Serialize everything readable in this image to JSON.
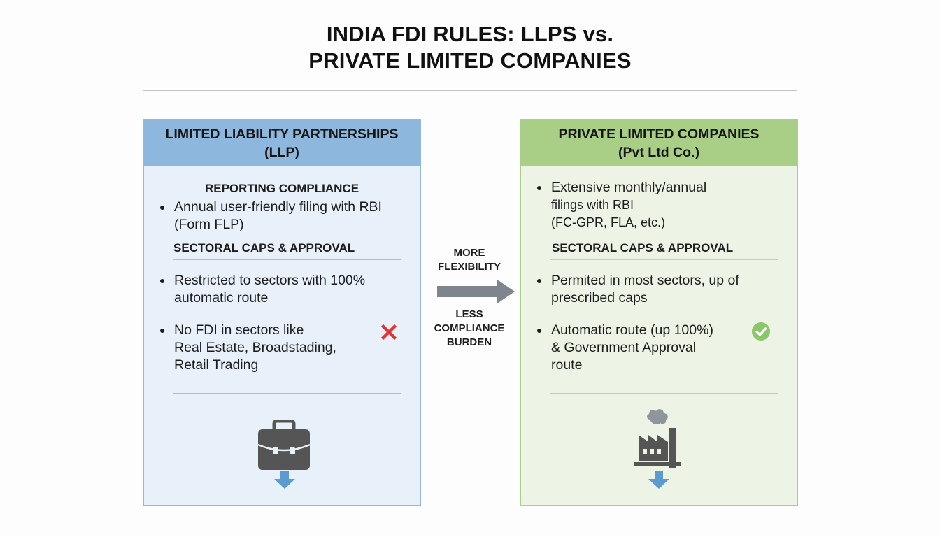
{
  "title": {
    "line1": "INDIA FDI RULES: LLPS vs.",
    "line2": "PRIVATE LIMITED COMPANIES"
  },
  "colors": {
    "llp_header": "#8eb7dd",
    "llp_body": "#e8f0f9",
    "pvt_header": "#a9cf86",
    "pvt_body": "#eef4e5",
    "arrow": "#7f858c",
    "cross": "#e03434",
    "check": "#8cc66a",
    "icon_dark": "#555555",
    "down_arrow": "#5b9bd1"
  },
  "llp": {
    "header_line1": "LIMITED LIABILITY PARTNERSHIPS",
    "header_line2": "(LLP)",
    "reporting_heading": "REPORTING COMPLIANCE",
    "reporting_bullet": {
      "line1": "Annual user-friendly filing with RBI",
      "line2": "(Form FLP)"
    },
    "sectoral_heading": "SECTORAL CAPS & APPROVAL",
    "bullets": [
      {
        "line1": "Restricted to sectors with 100%",
        "line2": "automatic route"
      },
      {
        "line1": "No FDI in sectors like",
        "line2": "Real Estate, Broadstading,",
        "line3": "Retail Trading",
        "icon": "cross-icon"
      }
    ],
    "bottom_icon": "briefcase-icon"
  },
  "middle": {
    "top_line1": "MORE",
    "top_line2": "FLEXIBILITY",
    "arrow_icon": "right-arrow-icon",
    "bottom_line1": "LESS",
    "bottom_line2": "COMPLIANCE",
    "bottom_line3": "BURDEN"
  },
  "pvt": {
    "header_line1": "PRIVATE LIMITED COMPANIES",
    "header_line2": "(Pvt Ltd Co.)",
    "reporting_bullet": {
      "line1": "Extensive monthly/annual",
      "line2": "filings with RBI",
      "line3": "(FC-GPR, FLA, etc.)"
    },
    "sectoral_heading": "SECTORAL CAPS & APPROVAL",
    "bullets": [
      {
        "line1": "Permited in most sectors, up of",
        "line2": "prescribed caps"
      },
      {
        "line1": "Automatic route (up 100%)",
        "line2": "& Government Approval",
        "line3": "route",
        "icon": "check-icon"
      }
    ],
    "bottom_icon": "factory-icon"
  }
}
